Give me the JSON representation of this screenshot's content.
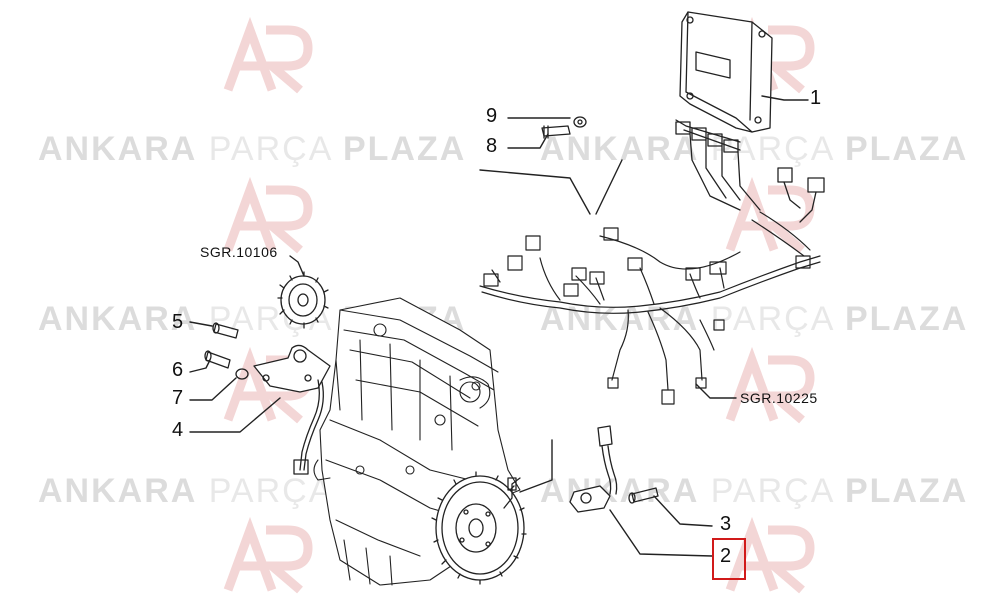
{
  "watermark": {
    "bold_a": "ANKARA",
    "light": "PARÇA",
    "bold_b": "PLAZA"
  },
  "callouts": {
    "c1": "1",
    "c2": "2",
    "c3": "3",
    "c4": "4",
    "c5": "5",
    "c6": "6",
    "c7": "7",
    "c8": "8",
    "c9": "9"
  },
  "refs": {
    "sgr_top": "SGR.10106",
    "sgr_right": "SGR.10225"
  },
  "highlight": {
    "part": "2",
    "color": "#d11a1a"
  }
}
